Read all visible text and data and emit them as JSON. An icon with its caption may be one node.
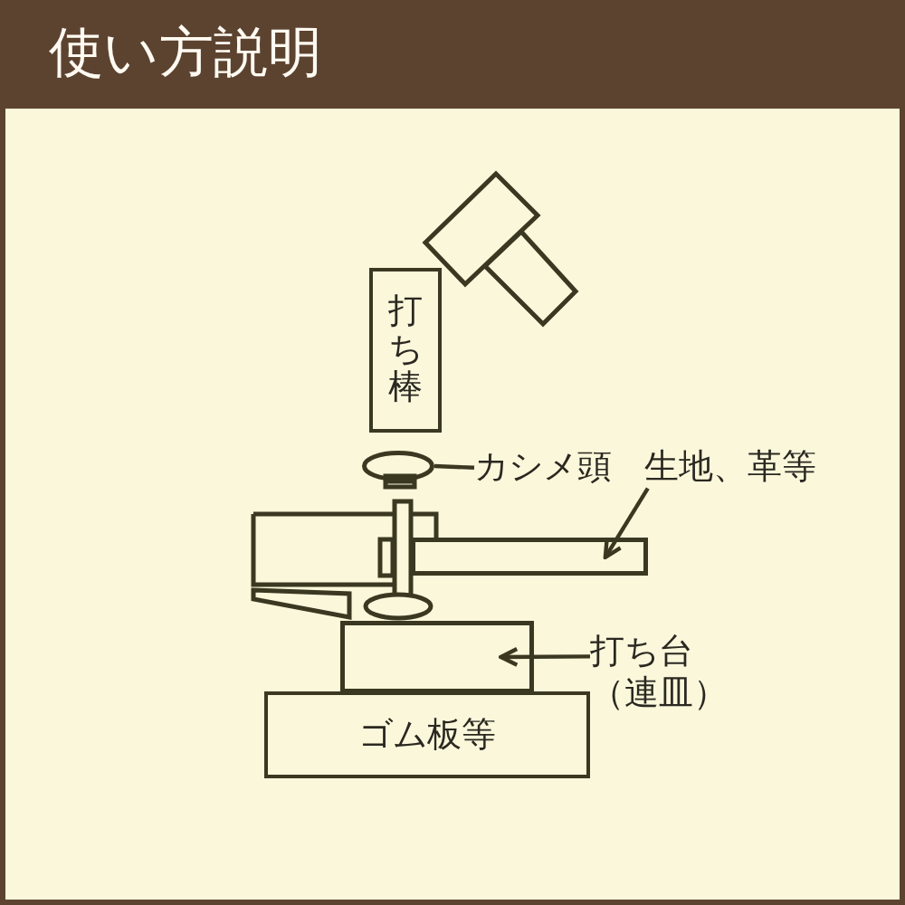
{
  "diagram": {
    "title": "使い方説明",
    "nodes": [
      {
        "text": [
          "打ち棒"
        ]
      },
      {
        "text": [],
        "shape": "ellipse"
      },
      {
        "text": [
          "カシメ頭"
        ]
      },
      {
        "text": [
          "生地、革等"
        ]
      },
      {
        "text": [],
        "shape": "bar"
      },
      {
        "text": [],
        "shape": "box"
      },
      {
        "text": [
          "打ち台（連皿）"
        ]
      },
      {
        "text": [
          "ゴム板等"
        ]
      }
    ],
    "edges": [
      {
        "from": 2,
        "to": 1,
        "arrow": "none"
      },
      {
        "from": 3,
        "to": 4,
        "arrow": "to"
      },
      {
        "from": 6,
        "to": 5,
        "arrow": "to"
      }
    ]
  }
}
